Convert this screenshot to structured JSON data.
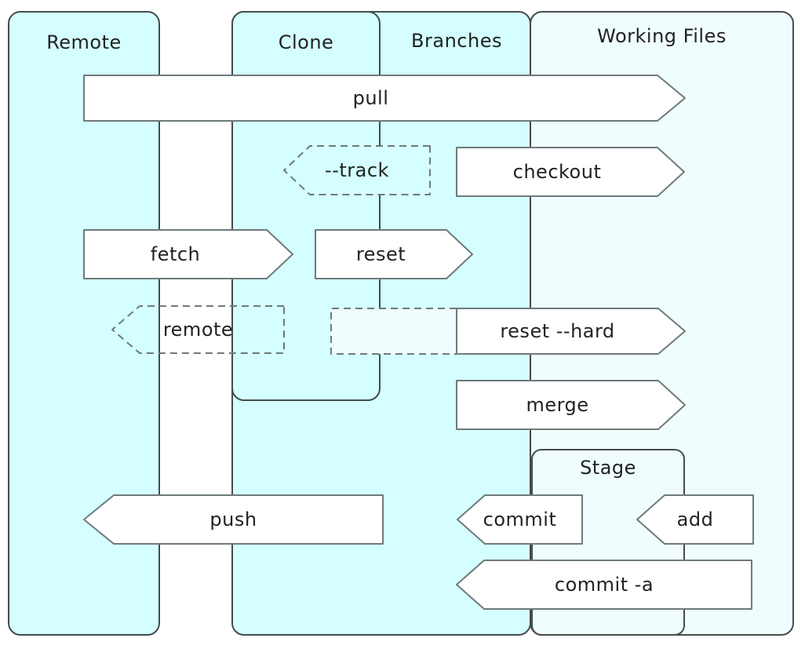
{
  "diagram": {
    "type": "git-data-flow",
    "boxes": {
      "remote": "Remote",
      "clone": "Clone",
      "branches": "Branches",
      "working_files": "Working Files",
      "stage": "Stage"
    },
    "arrows": {
      "pull": {
        "label": "pull",
        "direction": "right",
        "style": "solid",
        "from": "remote",
        "to": "working_files"
      },
      "track": {
        "label": "--track",
        "direction": "left",
        "style": "dashed",
        "from": "branches",
        "to": "clone"
      },
      "checkout": {
        "label": "checkout",
        "direction": "right",
        "style": "solid",
        "from": "branches",
        "to": "working_files"
      },
      "fetch": {
        "label": "fetch",
        "direction": "right",
        "style": "solid",
        "from": "remote",
        "to": "clone"
      },
      "reset": {
        "label": "reset",
        "direction": "right",
        "style": "solid",
        "from": "clone",
        "to": "branches"
      },
      "remote": {
        "label": "remote",
        "direction": "left",
        "style": "dashed",
        "from": "clone",
        "to": "remote"
      },
      "reset_hard": {
        "label": "reset --hard",
        "direction": "right",
        "style": "solid",
        "from": "clone",
        "to": "working_files"
      },
      "merge": {
        "label": "merge",
        "direction": "right",
        "style": "solid",
        "from": "branches",
        "to": "working_files"
      },
      "push": {
        "label": "push",
        "direction": "left",
        "style": "solid",
        "from": "clone",
        "to": "remote"
      },
      "commit": {
        "label": "commit",
        "direction": "left",
        "style": "solid",
        "from": "stage",
        "to": "branches"
      },
      "add": {
        "label": "add",
        "direction": "left",
        "style": "solid",
        "from": "working_files",
        "to": "stage"
      },
      "commit_a": {
        "label": "commit -a",
        "direction": "left",
        "style": "solid",
        "from": "working_files",
        "to": "branches"
      }
    }
  },
  "colors": {
    "cyan_fill": "#d4feff",
    "pale_fill": "#f0fdfe",
    "box_border": "#444c4c",
    "arrow_fill": "#ffffff",
    "arrow_border": "#6f7a7a",
    "dashed_border": "#6f7a7a",
    "text": "#222222",
    "background": "#ffffff"
  }
}
